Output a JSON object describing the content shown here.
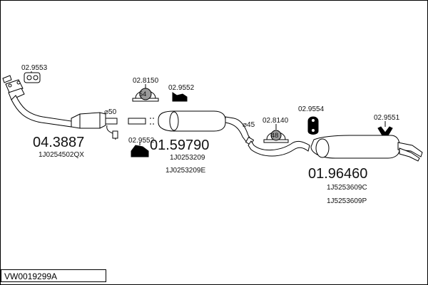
{
  "diagram_code": "VW0019299A",
  "sections": [
    {
      "number": "04.3887",
      "refs": [
        "1J0254502QX"
      ]
    },
    {
      "number": "01.59790",
      "refs": [
        "1J0253209",
        "1J0253209E"
      ]
    },
    {
      "number": "01.96460",
      "refs": [
        "1J5253609C",
        "1J5253609P"
      ]
    }
  ],
  "part_labels": {
    "gasket": "02.9553",
    "clamp_54": "02.8150",
    "bracket_mid_top": "02.9552",
    "bracket_mid_low": "02.9552",
    "clamp_48": "02.8140",
    "hanger": "02.9554",
    "bracket_rear": "02.9551"
  },
  "diameters": [
    "⌀50",
    "⌀45"
  ],
  "clamp_sizes": [
    "54",
    "48"
  ],
  "colors": {
    "line": "#000000",
    "fill": "#ffffff",
    "shade": "#9a9a9a"
  }
}
